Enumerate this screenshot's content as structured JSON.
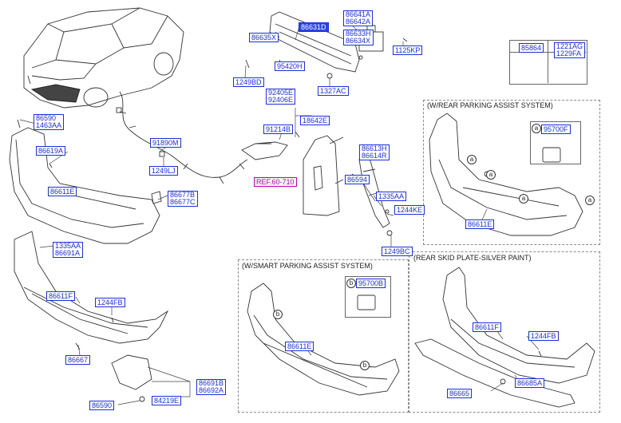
{
  "sections": {
    "rear_parking": "(W/REAR PARKING ASSIST SYSTEM)",
    "smart_parking": "(W/SMART PARKING ASSIST SYSTEM)",
    "skid_plate": "(REAR SKID PLATE-SILVER PAINT)"
  },
  "legend": {
    "head_a": "85864",
    "head_b": [
      "1221AG",
      "1229FA"
    ]
  },
  "labels": {
    "p86631D": "86631D",
    "p86635X": "86635X",
    "p86641A": [
      "86641A",
      "86642A"
    ],
    "p86633H": [
      "86633H",
      "86634X"
    ],
    "p1125KP": "1125KP",
    "p95420H": "95420H",
    "p1249BD": "1249BD",
    "p1327AC": "1327AC",
    "p86590_top": [
      "86590",
      "1463AA"
    ],
    "p92405E": [
      "92405E",
      "92406E"
    ],
    "p18642E": "18642E",
    "p91214B": "91214B",
    "p86619A": "86619A",
    "p91890M": "91890M",
    "p1249LJ": "1249LJ",
    "p86611E_main": "86611E",
    "p86677B": [
      "86677B",
      "86677C"
    ],
    "p86613H": [
      "86613H",
      "86614R"
    ],
    "ref": "REF.60-710",
    "p86594": "86594",
    "p1335AA_mid": "1335AA",
    "p1244KE": "1244KE",
    "p1249BC": "1249BC",
    "p1335AA_left": [
      "1335AA",
      "86691A"
    ],
    "p86611F_left": "86611F",
    "p1244FB_left": "1244FB",
    "p86667": "86667",
    "p86691B": [
      "86691B",
      "86692A"
    ],
    "p84219E": "84219E",
    "p86590_bot": "86590",
    "p95700F": "95700F",
    "p86611E_rear": "86611E",
    "p95700B": "95700B",
    "p86611E_smart": "86611E",
    "p86611F_skid": "86611F",
    "p1244FB_skid": "1244FB",
    "p86665": "86665",
    "p86685A": "86685A"
  },
  "markers": {
    "a": "a",
    "b": "b"
  },
  "colors": {
    "label": "#1b2fd6",
    "label_highlight": "#2a44e6",
    "ref_text": "#c000c0",
    "ref_bg": "#eefbe8",
    "line": "#333333"
  }
}
